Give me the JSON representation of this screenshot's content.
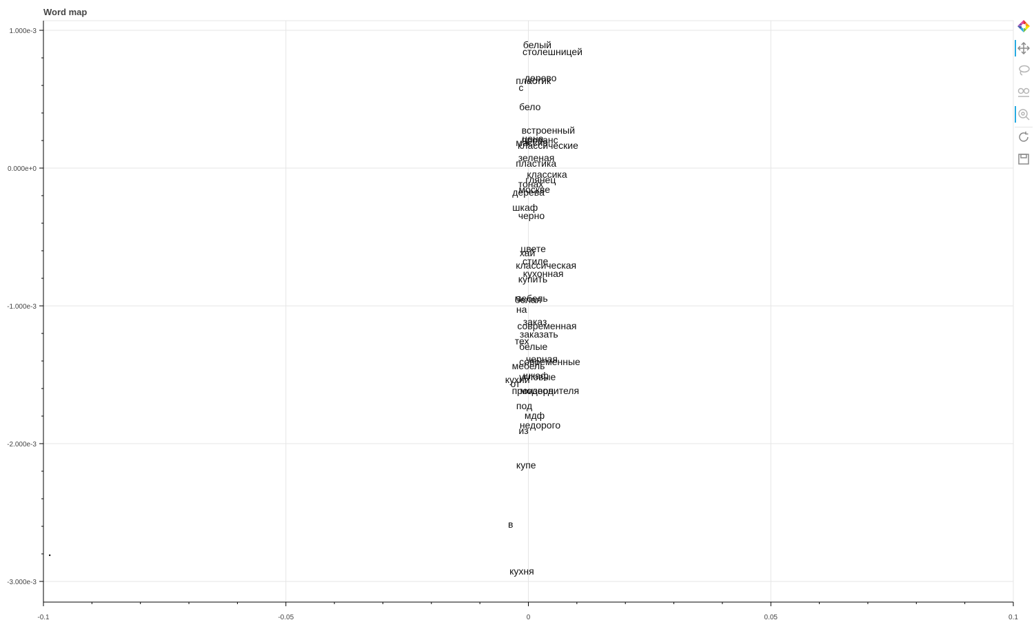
{
  "title": "Word map",
  "toolbar": {
    "tools": [
      {
        "name": "bokeh-logo-icon",
        "active": false
      },
      {
        "name": "pan-icon",
        "active": true
      },
      {
        "name": "lasso-select-icon",
        "active": false
      },
      {
        "name": "box-zoom-icon",
        "active": false
      },
      {
        "name": "wheel-zoom-icon",
        "active": true
      },
      {
        "name": "reset-icon",
        "active": false
      },
      {
        "name": "save-icon",
        "active": false
      }
    ],
    "accent": "#26aae1"
  },
  "chart_data": {
    "type": "scatter",
    "title": "Word map",
    "xlim": [
      -0.1,
      0.1
    ],
    "ylim": [
      -0.00315,
      0.00107
    ],
    "grid": true,
    "x_ticks": [
      {
        "value": -0.1,
        "label": "-0.1"
      },
      {
        "value": -0.05,
        "label": "-0.05"
      },
      {
        "value": 0,
        "label": "0"
      },
      {
        "value": 0.05,
        "label": "0.05"
      },
      {
        "value": 0.1,
        "label": "0.1"
      }
    ],
    "y_ticks": [
      {
        "value": 0.001,
        "label": "1.000e-3"
      },
      {
        "value": 0,
        "label": "0.000e+0"
      },
      {
        "value": -0.001,
        "label": "-1.000e-3"
      },
      {
        "value": -0.002,
        "label": "-2.000e-3"
      },
      {
        "value": -0.003,
        "label": "-3.000e-3"
      }
    ],
    "points": [
      {
        "x": -0.0987,
        "y": -0.00281
      }
    ],
    "words": [
      {
        "text": "белый",
        "x": -0.0011,
        "y": 0.00087
      },
      {
        "text": "столешницей",
        "x": -0.0012,
        "y": 0.00082
      },
      {
        "text": "дерево",
        "x": -0.0008,
        "y": 0.00063
      },
      {
        "text": "пластик",
        "x": -0.0026,
        "y": 0.00061
      },
      {
        "text": "с",
        "x": -0.002,
        "y": 0.00056
      },
      {
        "text": "бело",
        "x": -0.0019,
        "y": 0.00042
      },
      {
        "text": "встроенный",
        "x": -0.0014,
        "y": 0.00025
      },
      {
        "text": "цена",
        "x": -0.0013,
        "y": 0.00019
      },
      {
        "text": "прованс",
        "x": -0.0014,
        "y": 0.00018
      },
      {
        "text": "массив",
        "x": -0.0026,
        "y": 0.00016
      },
      {
        "text": "классические",
        "x": -0.0022,
        "y": 0.00014
      },
      {
        "text": "зеленая",
        "x": -0.0021,
        "y": 5e-05
      },
      {
        "text": "пластика",
        "x": -0.0026,
        "y": 1e-05
      },
      {
        "text": "классика",
        "x": -0.0003,
        "y": -7e-05
      },
      {
        "text": "глянец",
        "x": -0.0006,
        "y": -0.00011
      },
      {
        "text": "тонах",
        "x": -0.0021,
        "y": -0.00014
      },
      {
        "text": "москве",
        "x": -0.002,
        "y": -0.00018
      },
      {
        "text": "дерева",
        "x": -0.0033,
        "y": -0.0002
      },
      {
        "text": "шкаф",
        "x": -0.0033,
        "y": -0.00031
      },
      {
        "text": "черно",
        "x": -0.0021,
        "y": -0.00037
      },
      {
        "text": "цвете",
        "x": -0.0016,
        "y": -0.00061
      },
      {
        "text": "хай",
        "x": -0.0018,
        "y": -0.00064
      },
      {
        "text": "стиле",
        "x": -0.0012,
        "y": -0.0007
      },
      {
        "text": "классическая",
        "x": -0.0026,
        "y": -0.00073
      },
      {
        "text": "кухонная",
        "x": -0.0011,
        "y": -0.00079
      },
      {
        "text": "купить",
        "x": -0.0021,
        "y": -0.00083
      },
      {
        "text": "мебель",
        "x": -0.0028,
        "y": -0.00097
      },
      {
        "text": "белая",
        "x": -0.0028,
        "y": -0.00098
      },
      {
        "text": "на",
        "x": -0.0025,
        "y": -0.00105
      },
      {
        "text": "заказ",
        "x": -0.0011,
        "y": -0.00114
      },
      {
        "text": "современная",
        "x": -0.0023,
        "y": -0.00117
      },
      {
        "text": "заказать",
        "x": -0.0018,
        "y": -0.00123
      },
      {
        "text": "тех",
        "x": -0.0028,
        "y": -0.00128
      },
      {
        "text": "белые",
        "x": -0.0019,
        "y": -0.00132
      },
      {
        "text": "черная",
        "x": -0.0005,
        "y": -0.00141
      },
      {
        "text": "современные",
        "x": -0.0019,
        "y": -0.00143
      },
      {
        "text": "мебель",
        "x": -0.0034,
        "y": -0.00146
      },
      {
        "text": "угловые",
        "x": -0.0019,
        "y": -0.00154
      },
      {
        "text": "шкаф",
        "x": -0.0011,
        "y": -0.00153
      },
      {
        "text": "кухни",
        "x": -0.0048,
        "y": -0.00156
      },
      {
        "text": "от",
        "x": -0.0037,
        "y": -0.00159
      },
      {
        "text": "производителя",
        "x": -0.0034,
        "y": -0.00164
      },
      {
        "text": "модерн",
        "x": -0.0017,
        "y": -0.00164
      },
      {
        "text": "под",
        "x": -0.0025,
        "y": -0.00175
      },
      {
        "text": "мдф",
        "x": -0.0008,
        "y": -0.00182
      },
      {
        "text": "недорого",
        "x": -0.0018,
        "y": -0.00189
      },
      {
        "text": "из",
        "x": -0.002,
        "y": -0.00193
      },
      {
        "text": "купе",
        "x": -0.0025,
        "y": -0.00218
      },
      {
        "text": "в",
        "x": -0.0042,
        "y": -0.00261
      },
      {
        "text": "кухня",
        "x": -0.0039,
        "y": -0.00295
      }
    ]
  }
}
